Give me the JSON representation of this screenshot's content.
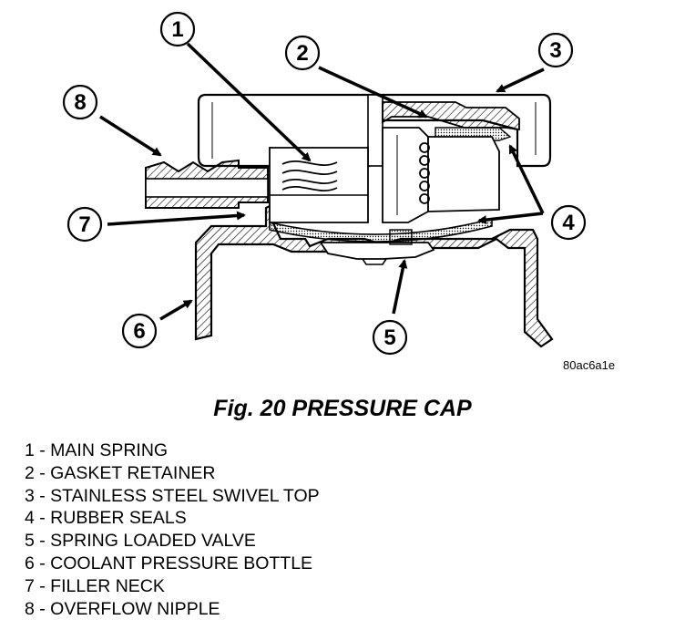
{
  "figure": {
    "title": "Fig. 20 PRESSURE CAP",
    "code": "80ac6a1e"
  },
  "callouts": [
    "1",
    "2",
    "3",
    "4",
    "5",
    "6",
    "7",
    "8"
  ],
  "legend": [
    "1 - MAIN SPRING",
    "2 - GASKET RETAINER",
    "3 - STAINLESS STEEL SWIVEL TOP",
    "4 - RUBBER SEALS",
    "5 - SPRING LOADED VALVE",
    "6 - COOLANT PRESSURE BOTTLE",
    "7 - FILLER NECK",
    "8 - OVERFLOW NIPPLE"
  ]
}
